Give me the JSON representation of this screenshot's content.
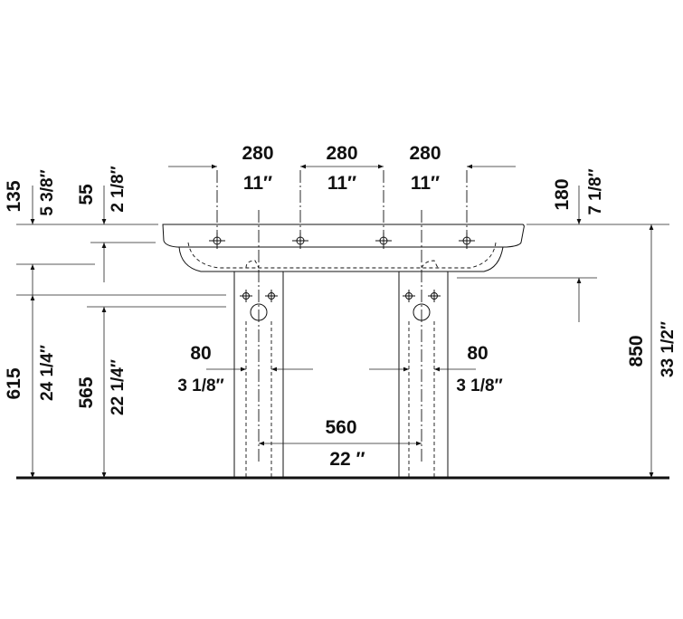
{
  "top_dims": {
    "hole1": {
      "mm": "280",
      "inch": "11″"
    },
    "hole2": {
      "mm": "280",
      "inch": "11″"
    },
    "hole3": {
      "mm": "280",
      "inch": "11″"
    }
  },
  "left_dims": {
    "d135": {
      "mm": "135",
      "inch": "5 3/8″"
    },
    "d55": {
      "mm": "55",
      "inch": "2 1/8″"
    },
    "d615": {
      "mm": "615",
      "inch": "24 1/4″"
    },
    "d565": {
      "mm": "565",
      "inch": "22 1/4″"
    }
  },
  "right_dims": {
    "d180": {
      "mm": "180",
      "inch": "7 1/8″"
    },
    "d850": {
      "mm": "850",
      "inch": "33 1/2″"
    }
  },
  "leg_dims": {
    "left_leg": {
      "mm": "80",
      "inch": "3 1/8″"
    },
    "right_leg": {
      "mm": "80",
      "inch": "3 1/8″"
    },
    "leg_spacing": {
      "mm": "560",
      "inch": "22 ″"
    }
  }
}
